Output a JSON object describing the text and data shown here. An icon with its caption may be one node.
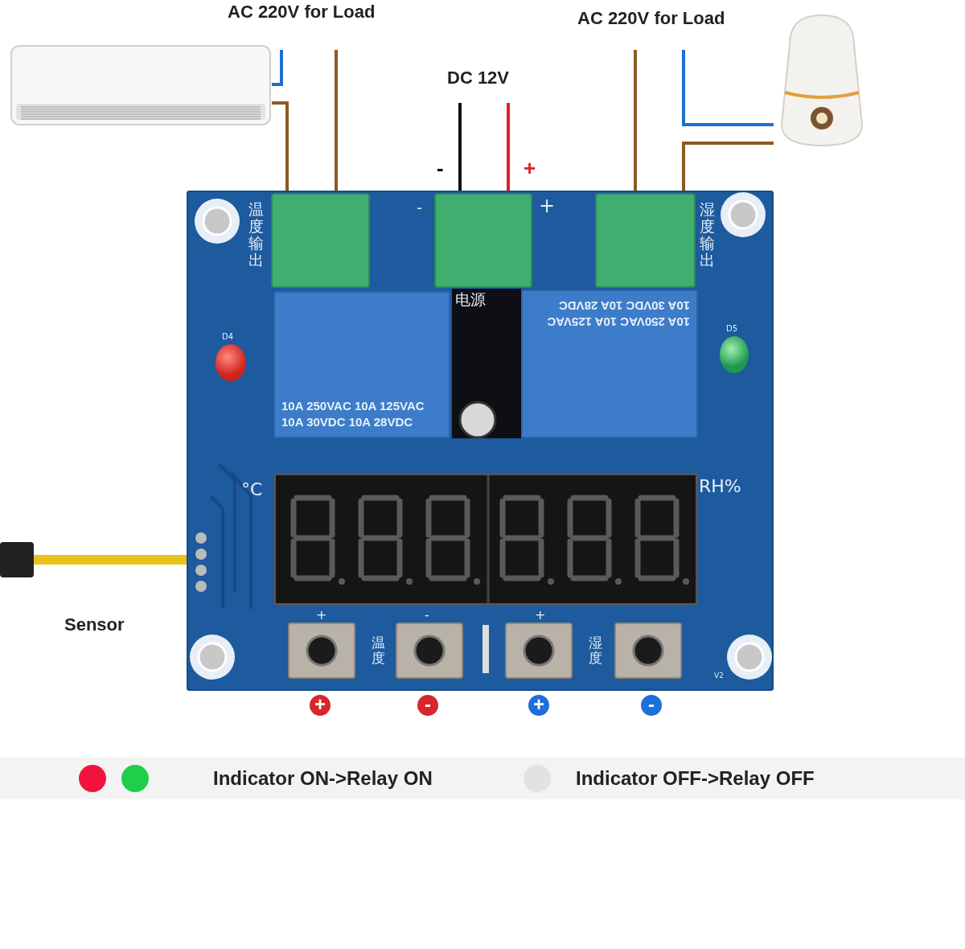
{
  "diagram": {
    "nodes": [
      {
        "text": [],
        "shape": "picture"
      },
      {
        "text": [],
        "shape": "picture"
      },
      {
        "text": [],
        "shape": "box"
      },
      {
        "text": [],
        "shape": "box",
        "in": 2,
        "beside": [
          "温度输出"
        ]
      },
      {
        "text": [],
        "shape": "box",
        "in": 2,
        "beside": [
          "-",
          "+",
          "电源"
        ]
      },
      {
        "text": [],
        "shape": "box",
        "in": 2,
        "beside": [
          "湿度输出"
        ]
      },
      {
        "text": [],
        "shape": "circle",
        "in": 2,
        "beside": [
          "D4"
        ]
      },
      {
        "text": [
          "10A 250VAC 10A 125VAC 10A 30VDC 10A 28VDC"
        ],
        "in": 2
      },
      {
        "text": [
          "10A 250VAC 10A 125VAC 10A 30VDC 10A 28VDC"
        ],
        "in": 2
      },
      {
        "text": [],
        "shape": "circle",
        "in": 2,
        "beside": [
          "D5"
        ]
      },
      {
        "text": [],
        "shape": "box",
        "in": 2,
        "beside": [
          "°C",
          "RH%"
        ]
      },
      {
        "text": [],
        "shape": "box",
        "in": 2,
        "beside": [
          "+"
        ]
      },
      {
        "text": [],
        "shape": "box",
        "in": 2,
        "beside": [
          "-"
        ]
      },
      {
        "text": [],
        "shape": "box",
        "in": 2,
        "beside": [
          "+"
        ]
      },
      {
        "text": [],
        "shape": "box",
        "in": 2
      },
      {
        "text": [],
        "shape": "cable",
        "beside": [
          "Sensor"
        ]
      }
    ],
    "edges": [
      {
        "from": null,
        "to": 0,
        "arrow": "none",
        "color": "#1e6fd0"
      },
      {
        "from": 0,
        "to": 3,
        "arrow": "none"
      },
      {
        "from": null,
        "to": 3,
        "arrow": "none"
      },
      {
        "from": null,
        "to": 4,
        "arrow": "none",
        "label": "-",
        "color": "#111111"
      },
      {
        "from": null,
        "to": 4,
        "arrow": "none",
        "label": "+",
        "color": "#e02020"
      },
      {
        "from": null,
        "to": 5,
        "arrow": "none"
      },
      {
        "from": null,
        "to": 1,
        "arrow": "none",
        "color": "#1e6fd0"
      },
      {
        "from": 1,
        "to": 5,
        "arrow": "none"
      },
      {
        "from": 15,
        "to": 2,
        "arrow": "none",
        "style": "thick",
        "color": "#e8c21a"
      }
    ],
    "labels": [
      "AC 220V for Load",
      "AC 220V for Load",
      "DC 12V",
      "温度",
      "湿度",
      "V2",
      "+",
      "-",
      "+",
      "-"
    ],
    "legend": [
      {
        "text": "Indicator ON->Relay ON",
        "color": "#f0143c"
      },
      {
        "text": "Indicator OFF->Relay OFF",
        "color": "#e2e2e2"
      }
    ]
  }
}
